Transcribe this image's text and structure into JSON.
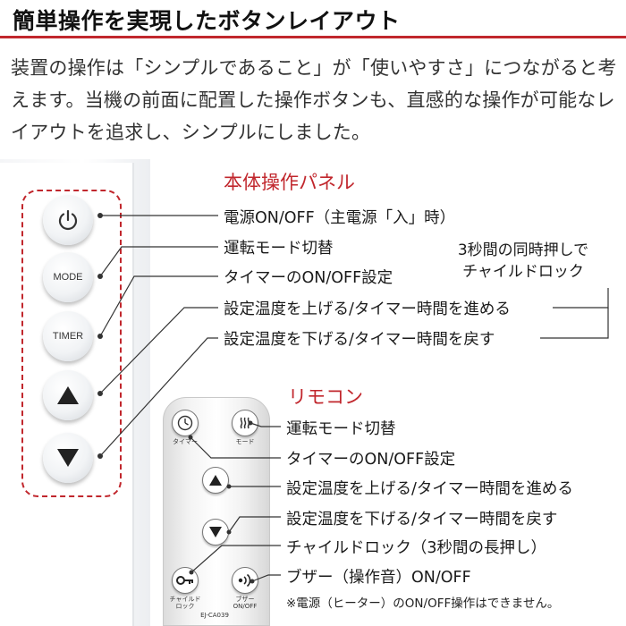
{
  "title": "簡単操作を実現したボタンレイアウト",
  "intro": "装置の操作は「シンプルであること」が「使いやすさ」につながると考えます。当機の前面に配置した操作ボタンも、直感的な操作が可能なレイアウトを追求し、シンプルにしました。",
  "panel": {
    "heading": "本体操作パネル",
    "mode_button": "MODE",
    "timer_button": "TIMER",
    "labels": [
      "電源ON/OFF（主電源「入」時）",
      "運転モード切替",
      "タイマーのON/OFF設定",
      "設定温度を上げる/タイマー時間を進める",
      "設定温度を下げる/タイマー時間を戻す"
    ],
    "childlock_note_line1": "3秒間の同時押しで",
    "childlock_note_line2": "チャイルドロック"
  },
  "remote": {
    "heading": "リモコン",
    "btn_timer_caption": "タイマー",
    "btn_mode_caption": "モード",
    "btn_lock_caption_1": "チャイルド",
    "btn_lock_caption_2": "ロック",
    "model": "EJ-CA039",
    "btn_buzzer_caption_1": "ブザー",
    "btn_buzzer_caption_2": "ON/OFF",
    "labels": [
      "運転モード切替",
      "タイマーのON/OFF設定",
      "設定温度を上げる/タイマー時間を進める",
      "設定温度を下げる/タイマー時間を戻す",
      "チャイルドロック（3秒間の長押し）",
      "ブザー（操作音）ON/OFF"
    ],
    "footnote": "※電源（ヒーター）のON/OFF操作はできません。"
  },
  "colors": {
    "accent": "#c1272d",
    "text": "#1a1a1a"
  }
}
